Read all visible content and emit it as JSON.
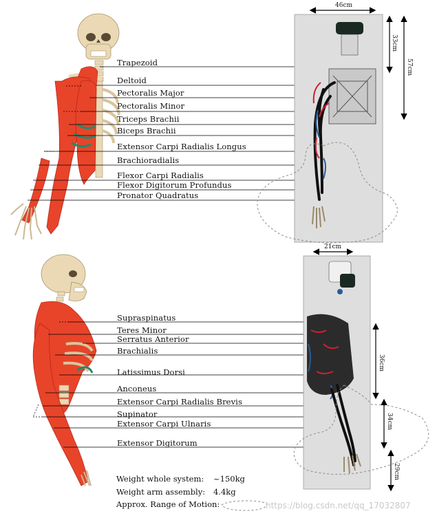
{
  "top_panel": {
    "labels": [
      "Trapezoid",
      "Deltoid",
      "Pectoralis Major",
      "Pectoralis Minor",
      "Triceps Brachii",
      "Biceps Brachii",
      "Extensor Carpi Radialis Longus",
      "Brachioradialis",
      "Flexor Carpi Radialis",
      "Flexor Digitorum Profundus",
      "Pronator Quadratus"
    ],
    "dim_width": "46cm",
    "dim_height_upper": "33cm",
    "dim_height_total": "57cm"
  },
  "bottom_panel": {
    "labels": [
      "Supraspinatus",
      "Teres Minor",
      "Serratus Anterior",
      "Brachialis",
      "Latissimus Dorsi",
      "Anconeus",
      "Extensor Carpi Radialis Brevis",
      "Supinator",
      "Extensor Carpi Ulnaris",
      "Extensor Digitorum"
    ],
    "dim_width": "21cm",
    "dim_height_upper": "36cm",
    "dim_height_mid": "34cm",
    "dim_height_lower": "29cm"
  },
  "footer": {
    "weight_system_label": "Weight whole system:",
    "weight_system_value": "~150kg",
    "weight_arm_label": "Weight arm assembly:",
    "weight_arm_value": "4.4kg",
    "range_label": "Approx. Range of Motion:"
  },
  "watermark": "https://blog.csdn.net/qq_17032807",
  "colors": {
    "muscle": "#e8442a",
    "muscle_dark": "#b8281a",
    "bone": "#ead9b4",
    "cartilage": "#1f8a6a",
    "robot_panel": "#dedede"
  }
}
